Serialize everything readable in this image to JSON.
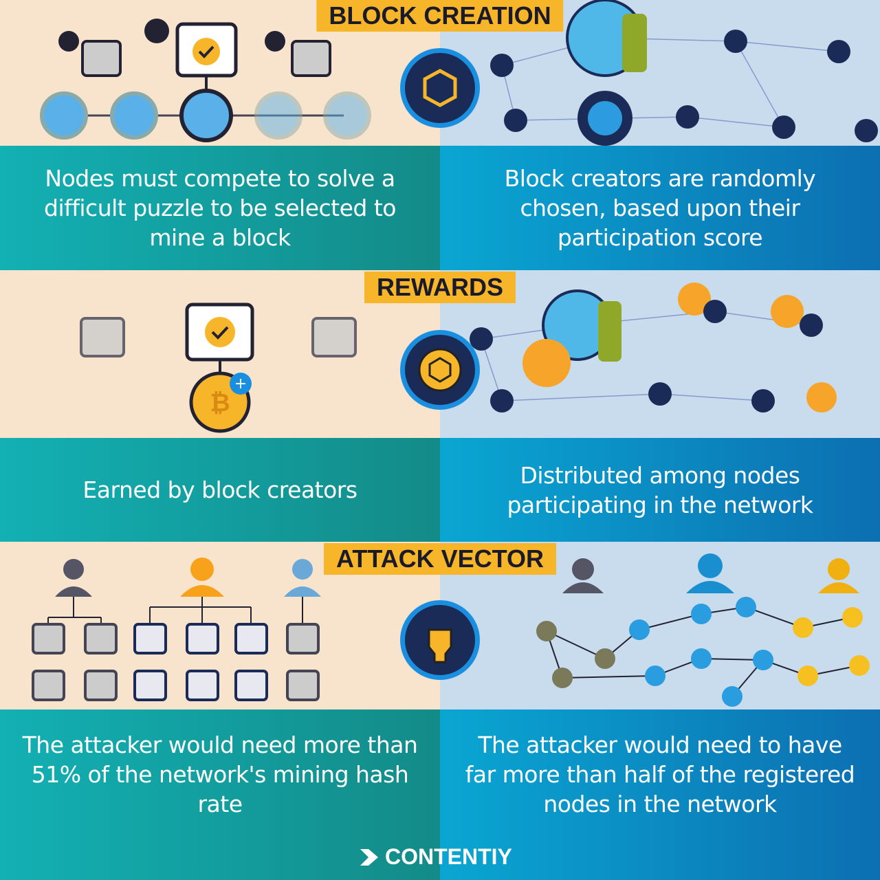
{
  "sections": [
    {
      "title": "BLOCK CREATION",
      "left_text": "Nodes must compete to solve a difficult puzzle to be selected to mine a block",
      "right_text": "Block creators are randomly chosen, based upon their participation score"
    },
    {
      "title": "REWARDS",
      "left_text": "Earned by block creators",
      "right_text": "Distributed among nodes participating in the network"
    },
    {
      "title": "ATTACK VECTOR",
      "left_text": "The attacker would need more than 51% of the network's mining hash rate",
      "right_text": "The attacker would need to have far more than half of the registered nodes in the network"
    }
  ],
  "brand": {
    "name": "CONTENTIY"
  },
  "colors": {
    "header": "#f7b52a",
    "badge": "#1a2b57",
    "teal": "#13a0a4",
    "blue": "#0a8ccc"
  }
}
